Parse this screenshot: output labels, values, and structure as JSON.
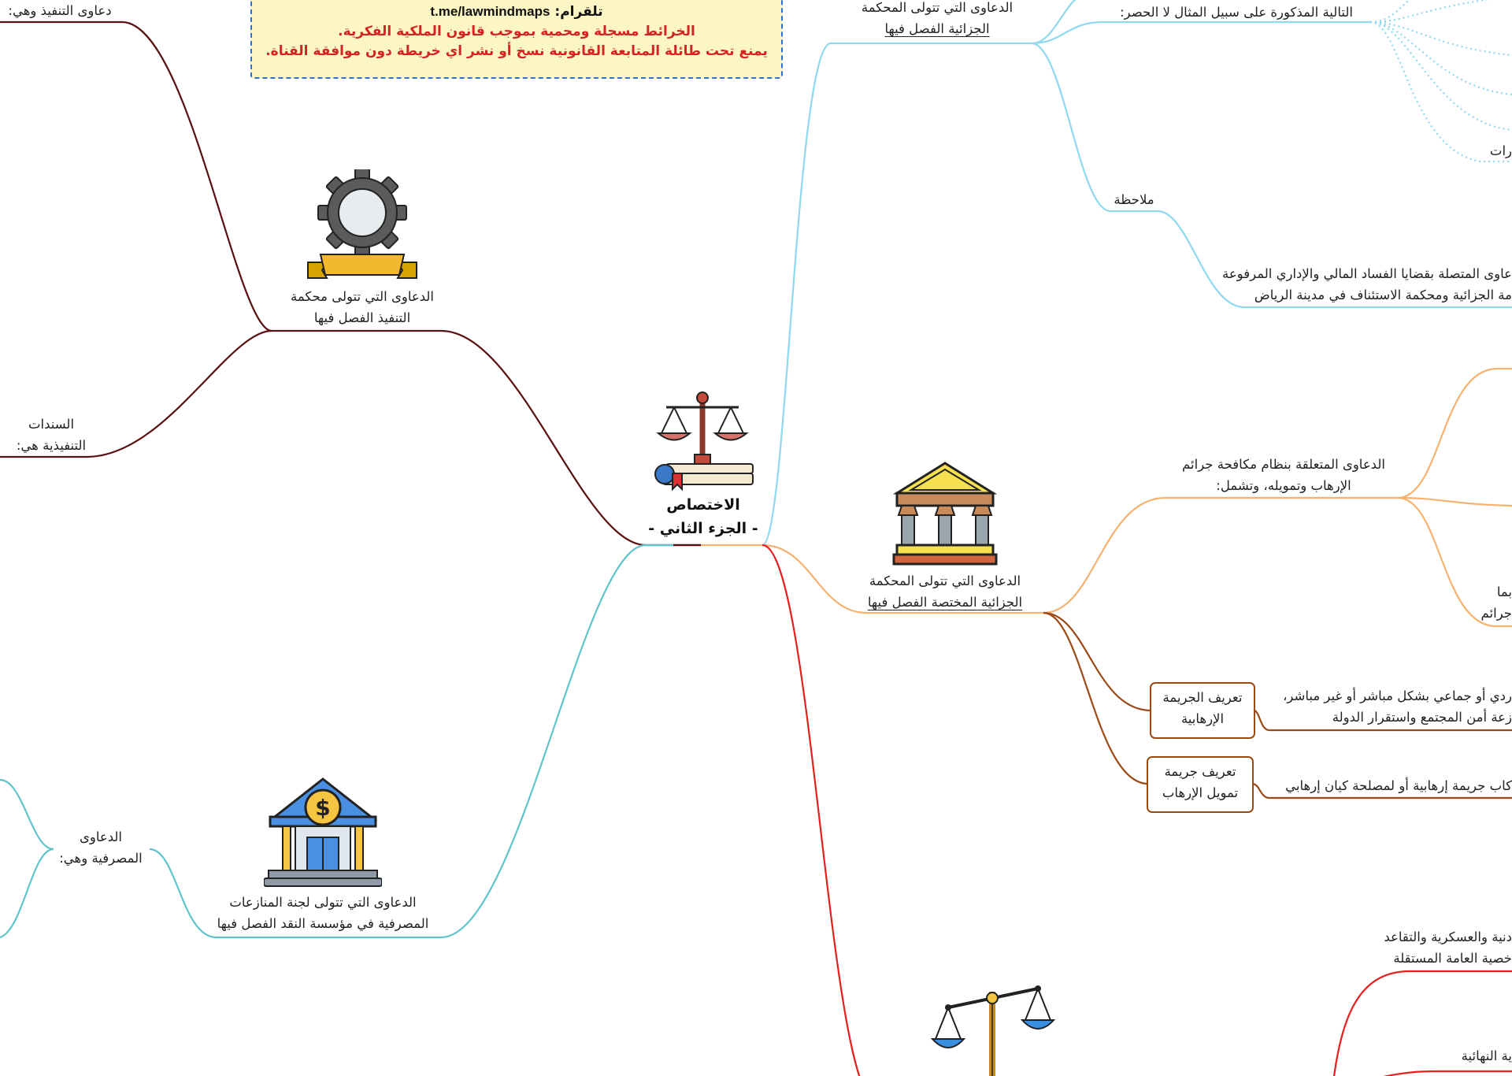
{
  "note": {
    "telegram_label": "تلقرام:",
    "telegram_handle": "t.me/lawmindmaps",
    "copyright": "الخرائط مسجلة ومحمية بموجب قانون الملكية الفكرية.",
    "warning": "يمنع تحت طائلة المتابعة القانونية نسخ أو نشر اي خريطة دون موافقة القناة."
  },
  "center": {
    "title_line1": "الاختصاص",
    "title_line2": "- الجزء الثاني -",
    "icon": "scales-of-justice-book-icon"
  },
  "left": {
    "enforcement": {
      "icon": "gear-ribbon-icon",
      "line1": "الدعاوى التي تتولى محكمة",
      "line2": "التنفيذ الفصل فيها",
      "child_top": "دعاوى التنفيذ وهي:",
      "child_mid_line1": "السندات",
      "child_mid_line2": "التنفيذية هي:"
    },
    "banking": {
      "icon": "bank-dollar-icon",
      "line1": "الدعاوى التي تتولى لجنة المنازعات",
      "line2": "المصرفية في مؤسسة  النقد الفصل فيها",
      "child_line1": "الدعاوى",
      "child_line2": "المصرفية وهي:"
    }
  },
  "right": {
    "specialized_criminal": {
      "line1": "الدعاوى التي تتولى المحكمة",
      "line2": "الجزائية الفصل فيها",
      "child_list": "التالية المذكورة على سبيل المثال لا الحصر:",
      "child_edge": "رات",
      "note_label": "ملاحظة",
      "note_line1": "عاوى المتصلة بقضايا الفساد المالي والإداري المرفوعة",
      "note_line2": "مة الجزائية ومحكمة الاستئناف في مدينة الرياض"
    },
    "criminal_special": {
      "icon": "courthouse-icon",
      "line1": "الدعاوى التي تتولى المحكمة",
      "line2": "الجزائية المختصة الفصل فيها",
      "terror_line1": "الدعاوى المتعلقة بنظام مكافحة جرائم",
      "terror_line2": "الإرهاب وتمويله، وتشمل:",
      "edge_line1": "بما",
      "edge_line2": "جرائم",
      "def_terror_box_line1": "تعريف الجريمة",
      "def_terror_box_line2": "الإرهابية",
      "def_terror_text_line1": "ردي أو جماعي بشكل مباشر أو غير مباشر،",
      "def_terror_text_line2": "زعة أمن المجتمع واستقرار الدولة",
      "def_fin_box_line1": "تعريف جريمة",
      "def_fin_box_line2": "تمويل الإرهاب",
      "def_fin_text": "كاب جريمة إرهابية أو لمصلحة كيان إرهابي"
    },
    "bottom": {
      "icon": "balance-scale-icon",
      "text_line1": "دنية والعسكرية والتقاعد",
      "text_line2": "خصية العامة المستقلة",
      "text_last": "ية النهائية"
    }
  },
  "colors": {
    "enforcement_branch": "#5a1010",
    "banking_branch": "#5fc4cc",
    "criminal_top_branch": "#8fd8f0",
    "terror_branch": "#f7b270",
    "definition_branch": "#9b4a15",
    "bottom_branch": "#e61f1f"
  }
}
